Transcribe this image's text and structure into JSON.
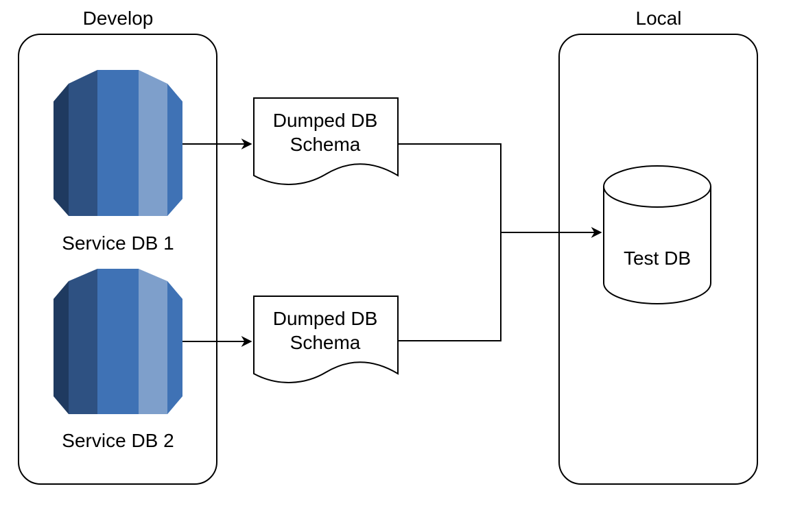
{
  "groups": {
    "develop": {
      "title": "Develop"
    },
    "local": {
      "title": "Local"
    }
  },
  "nodes": {
    "service_db_1": {
      "label": "Service DB 1",
      "icon": "rds-database-icon"
    },
    "service_db_2": {
      "label": "Service DB 2",
      "icon": "rds-database-icon"
    },
    "dump_1": {
      "line1": "Dumped DB",
      "line2": "Schema",
      "shape": "document"
    },
    "dump_2": {
      "line1": "Dumped DB",
      "line2": "Schema",
      "shape": "document"
    },
    "test_db": {
      "label": "Test DB",
      "shape": "cylinder"
    }
  },
  "edges": [
    {
      "from": "Service DB 1",
      "to": "Dumped DB Schema (1)"
    },
    {
      "from": "Service DB 2",
      "to": "Dumped DB Schema (2)"
    },
    {
      "from": "Dumped DB Schema (1)",
      "to": "Test DB"
    },
    {
      "from": "Dumped DB Schema (2)",
      "to": "Test DB"
    }
  ],
  "colors": {
    "db_dark": "#1F3A60",
    "db_mid_dark": "#2E5182",
    "db_mid": "#3F72B5",
    "db_light": "#7E9FCB",
    "stroke": "#000000",
    "background": "#FFFFFF"
  }
}
